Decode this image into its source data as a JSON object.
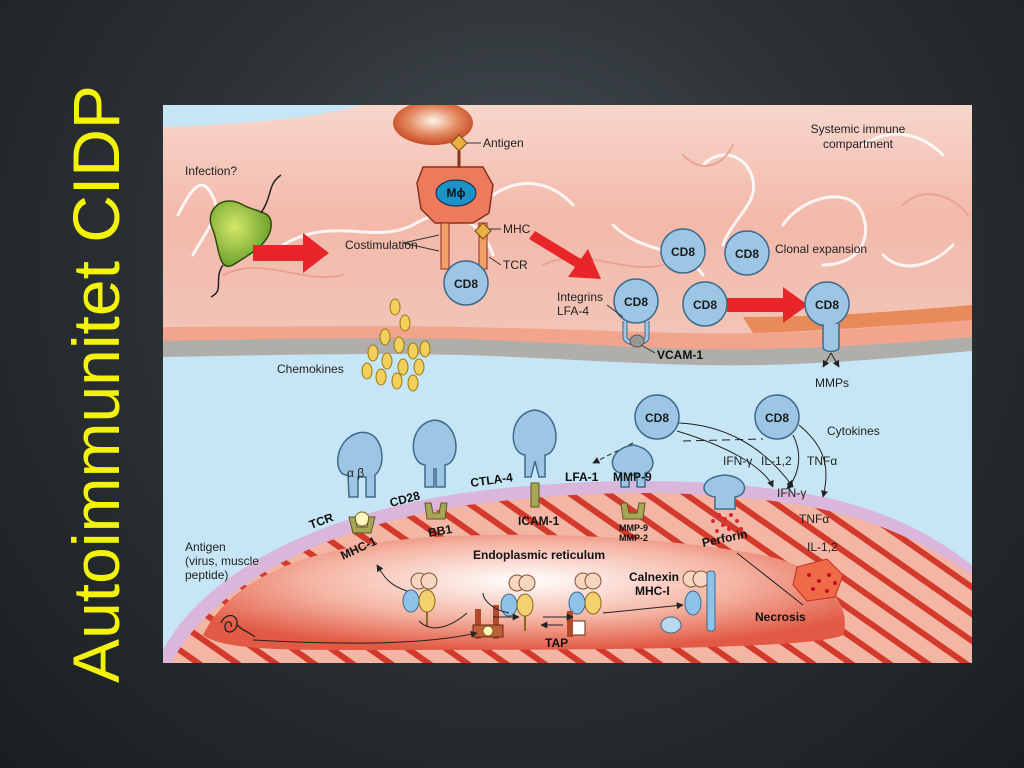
{
  "slide": {
    "title": "Autoimmunitet CIDP"
  },
  "figure": {
    "top_labels": {
      "systemic_line1": "Systemic immune",
      "systemic_line2": "compartment",
      "infection": "Infection?",
      "antigen": "Antigen",
      "mphi": "Mϕ",
      "mhc": "MHC",
      "tcr": "TCR",
      "costimulation": "Costimulation",
      "clonal_expansion": "Clonal expansion",
      "integrins_line1": "Integrins",
      "integrins_line2": "LFA-4",
      "vcam": "VCAM-1",
      "chemokines": "Chemokines",
      "mmps": "MMPs",
      "cd8": "CD8"
    },
    "bottom_labels": {
      "cytokines": "Cytokines",
      "ifn_gamma": "IFN-γ",
      "il12": "IL-1,2",
      "tnf_alpha": "TNFα",
      "tnf_alpha2": "TNFα",
      "ifn_gamma2": "IFN-γ",
      "il12b": "IL-1,2",
      "alpha_beta": "α β",
      "tcr": "TCR",
      "cd28": "CD28",
      "ctla4": "CTLA-4",
      "lfa1": "LFA-1",
      "mmp9": "MMP-9",
      "mhc1": "MHC-1",
      "bb1": "BB1",
      "icam1": "ICAM-1",
      "mmp9b": "MMP-9",
      "mmp2": "MMP-2",
      "perforin": "Perforin",
      "er": "Endoplasmic reticulum",
      "calnexin_line1": "Calnexin",
      "calnexin_line2": "MHC-I",
      "necrosis": "Necrosis",
      "tap": "TAP",
      "antigen_line1": "Antigen",
      "antigen_line2": "(virus, muscle",
      "antigen_line3": "peptide)"
    },
    "colors": {
      "title_yellow": "#f2f20a",
      "arrow_red": "#e8262a",
      "cell_blue": "#9cc6e4",
      "vessel_pink": "#f0b8a8",
      "muscle_red": "#d9382c"
    }
  }
}
